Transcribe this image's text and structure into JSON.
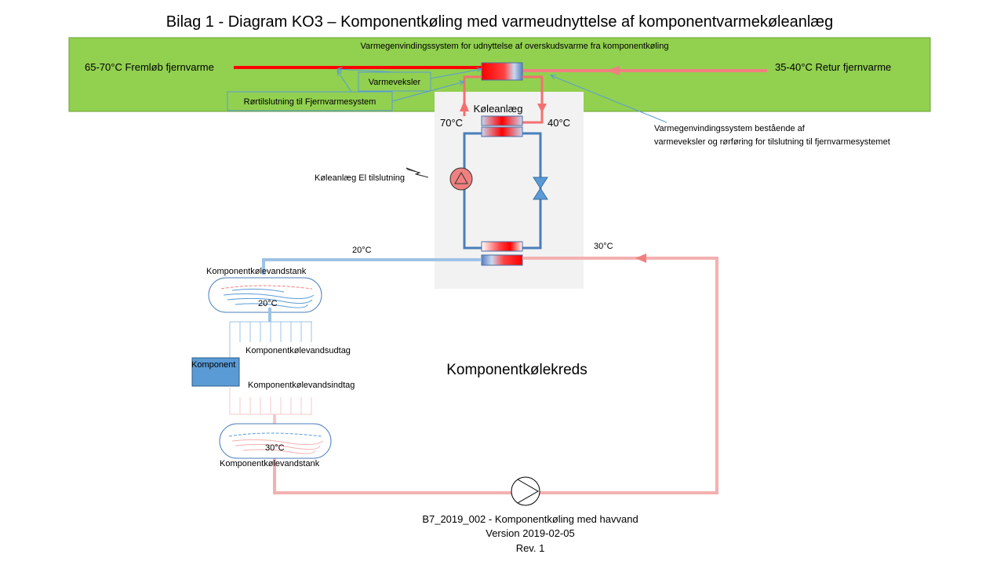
{
  "title": "Bilag 1 - Diagram KO3 – Komponentkøling med varmeudnyttelse af komponentvarmekøleanlæg",
  "heat_recovery_banner": "Varmegenvindingssystem for udnyttelse  af overskudsvarme fra komponentkøling",
  "district_heating_supply": "65-70°C Fremløb  fjernvarme",
  "district_heating_return": "35-40°C Retur fjernvarme",
  "callout_heat_exchanger": "Varmeveksler",
  "callout_pipe_connection": "Rørtilslutning til Fjernvarmesystem",
  "cooling_plant_label": "Køleanlæg",
  "temp_70": "70°C",
  "temp_40": "40°C",
  "heat_recovery_note_line1": "Varmegenvindingssystem bestående af",
  "heat_recovery_note_line2": "varmeveksler og rørføring for tilslutning til fjernvarmesystemet",
  "power_supply_label": "Køleanlæg El tilslutning",
  "temp_20_pipe": "20°C",
  "temp_30_pipe": "30°C",
  "tank_top_label": "Komponentkølevandstank",
  "tank_top_temp": "20°C",
  "outlet_label": "Komponentkølevandsudtag",
  "component_label": "Komponent",
  "inlet_label": "Komponentkølevandsindtag",
  "tank_bottom_temp": "30°C",
  "tank_bottom_label": "Komponentkølevandstank",
  "circuit_label": "Komponentkølekreds",
  "footer_line1": "B7_2019_002 - Komponentkøling  med havvand",
  "footer_line2": "Version 2019-02-05",
  "footer_line3": "Rev. 1",
  "colors": {
    "banner_green": "#92d050",
    "hot_red": "#ff0000",
    "warm_pink": "#f4b0b0",
    "return_pink": "#f08080",
    "cold_blue": "#9dc3e6",
    "loop_blue": "#4a7ebb",
    "component_blue": "#5b9bd5",
    "plant_gray": "#f2f2f2"
  }
}
